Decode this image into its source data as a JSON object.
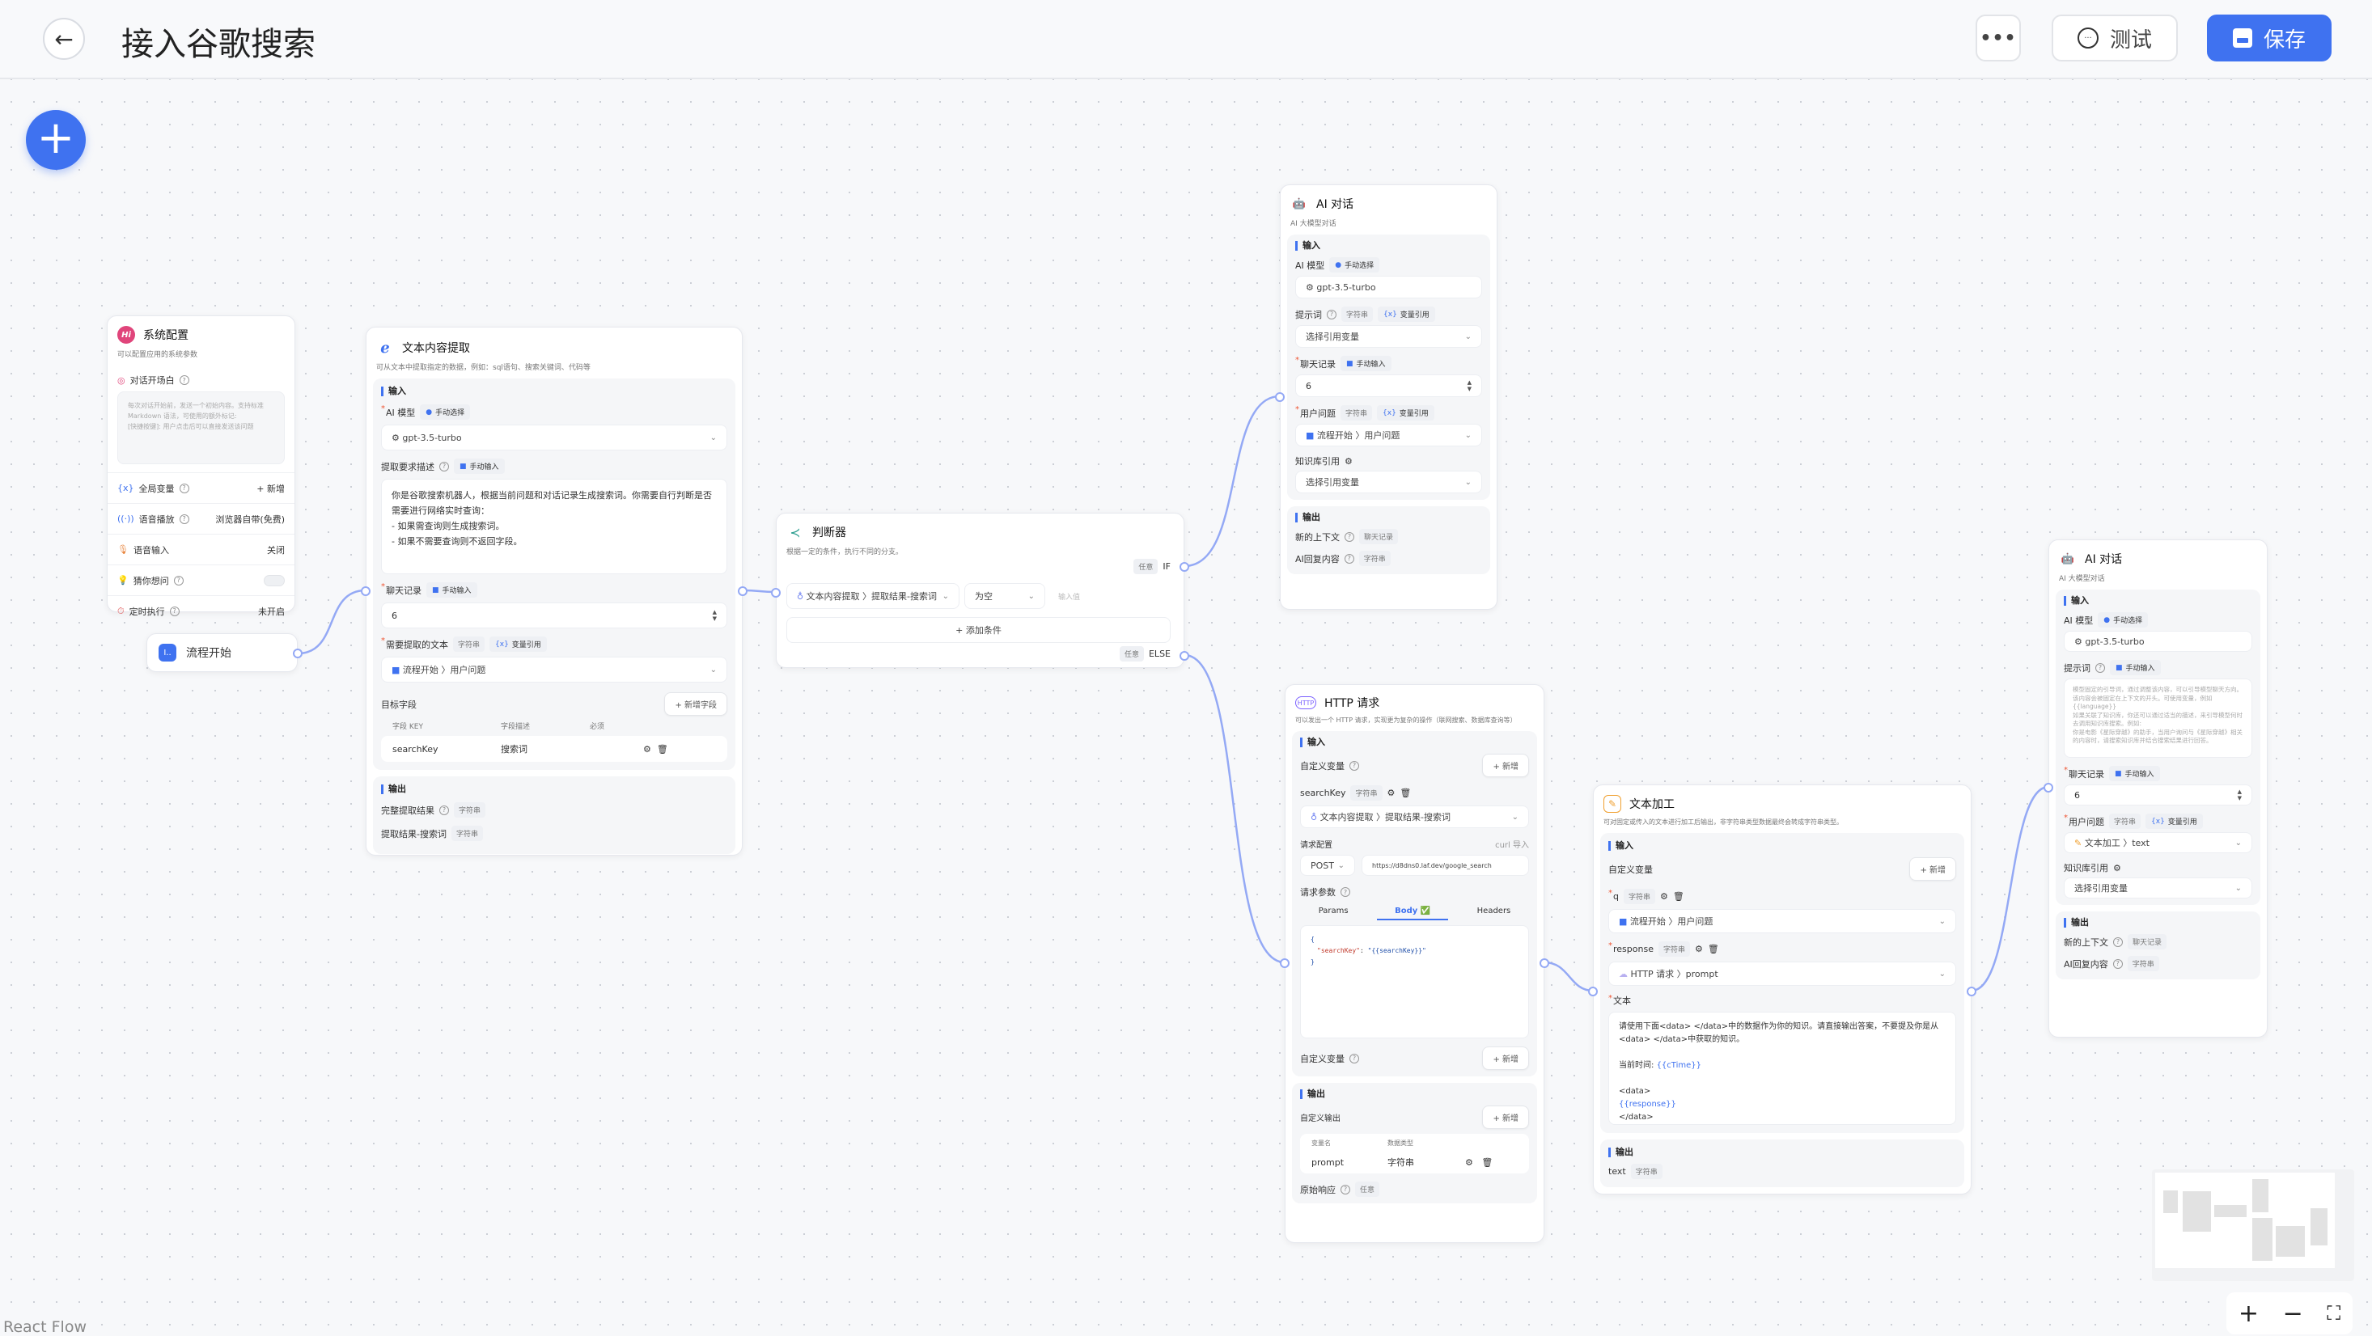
{
  "header": {
    "title": "接入谷歌搜索",
    "test_label": "测试",
    "save_label": "保存"
  },
  "colors": {
    "primary": "#3f72f0",
    "handle": "#94a9f5",
    "edge": "#94a9f5"
  },
  "common": {
    "input": "输入",
    "output": "输出",
    "manual_select": "手动选择",
    "manual_input": "手动输入",
    "var_ref": "变量引用",
    "string": "字符串",
    "any": "任意",
    "add": "+ 新增",
    "model": "gpt-3.5-turbo",
    "select_var": "选择引用变量",
    "chat_history": "聊天记录",
    "history_value": "6",
    "user_question": "用户问题",
    "kb_ref": "知识库引用",
    "new_context": "新的上下文",
    "ai_reply": "AI回复内容",
    "ai_model": "AI 模型",
    "prompt": "提示词",
    "flow_start_user_q": "流程开始 〉用户问题"
  },
  "system_config": {
    "title": "系统配置",
    "desc": "可以配置应用的系统参数",
    "avatar": "Hi",
    "welcome_label": "对话开场白",
    "welcome_placeholder": "每次对话开始前，发送一个初始内容。支持标准\nMarkdown 语法，可使用的额外标记:\n[快捷按键]: 用户点击后可以直接发送该问题",
    "rows": [
      {
        "label": "全局变量",
        "value": "+ 新增"
      },
      {
        "label": "语音播放",
        "value": "浏览器自带(免费)"
      },
      {
        "label": "语音输入",
        "value": "关闭"
      },
      {
        "label": "猜你想问",
        "value": ""
      },
      {
        "label": "定时执行",
        "value": "未开启"
      }
    ]
  },
  "flow_start": {
    "title": "流程开始"
  },
  "text_extract": {
    "title": "文本内容提取",
    "desc": "可从文本中提取指定的数据，例如：sql语句、搜索关键词、代码等",
    "desc_label": "提取要求描述",
    "desc_text": "你是谷歌搜索机器人，根据当前问题和对话记录生成搜索词。你需要自行判断是否需要进行网络实时查询：\n- 如果需查询则生成搜索词。\n- 如果不需要查询则不返回字段。",
    "text_label": "需要提取的文本",
    "target_label": "目标字段",
    "add_field": "+ 新增字段",
    "columns": [
      "字段 KEY",
      "字段描述",
      "必须"
    ],
    "fields": [
      {
        "key": "searchKey",
        "desc": "搜索词"
      }
    ],
    "outputs": [
      {
        "label": "完整提取结果",
        "type": "字符串"
      },
      {
        "label": "提取结果-搜索词",
        "type": "字符串"
      }
    ]
  },
  "condition": {
    "title": "判断器",
    "desc": "根据一定的条件，执行不同的分支。",
    "if_label": "IF",
    "else_label": "ELSE",
    "variable": "文本内容提取 〉提取结果-搜索词",
    "operator": "为空",
    "value_placeholder": "输入值",
    "add_condition": "+ 添加条件"
  },
  "ai_chat_1": {
    "title": "AI 对话",
    "desc": "AI 大模型对话"
  },
  "http": {
    "title": "HTTP 请求",
    "desc": "可以发出一个 HTTP 请求，实现更为复杂的操作（联网搜索、数据库查询等）",
    "custom_var": "自定义变量",
    "var_name": "searchKey",
    "var_source": "文本内容提取 〉提取结果-搜索词",
    "req_config": "请求配置",
    "curl_import": "curl 导入",
    "method": "POST",
    "url": "https://d8dns0.laf.dev/google_search",
    "req_params": "请求参数",
    "tabs": [
      "Params",
      "Body ✅",
      "Headers"
    ],
    "body_open": "{",
    "body_key": "\"searchKey\"",
    "body_colon": ": ",
    "body_value": "\"{{searchKey}}\"",
    "body_close": "}",
    "custom_output": "自定义输出",
    "columns": [
      "变量名",
      "数据类型"
    ],
    "outputs": [
      {
        "name": "prompt",
        "type": "字符串"
      }
    ],
    "raw_response": "原始响应"
  },
  "text_process": {
    "title": "文本加工",
    "desc": "可对固定或传入的文本进行加工后输出，非字符串类型数据最终会转成字符串类型。",
    "custom_var": "自定义变量",
    "vars": [
      {
        "name": "q",
        "source": "流程开始 〉用户问题"
      },
      {
        "name": "response",
        "source": "HTTP 请求 〉prompt"
      }
    ],
    "text_label": "文本",
    "text_line1": "请使用下面<data> </data>中的数据作为你的知识。请直接输出答案，不要提及你是从<data> </data>中获取的知识。",
    "text_time_label": "当前时间: ",
    "text_time_var": "{{cTime}}",
    "text_data_open": "<data>",
    "text_response_var": "{{response}}",
    "text_data_close": "</data>",
    "output_name": "text"
  },
  "ai_chat_2": {
    "title": "AI 对话",
    "desc": "AI 大模型对话",
    "prompt_placeholder": "模型固定的引导词，通过调整该内容，可以引导模型聊天方向。该内容会被固定在上下文的开头。可使用变量，例如 {{language}}\n如果关联了知识库，你还可以通过适当的描述，来引导模型何时去调用知识库搜索。例如:\n你是电影《星际穿越》的助手，当用户询问与《星际穿越》相关的内容时，请搜索知识库并结合搜索结果进行回答。",
    "user_q_source": "文本加工 〉text"
  },
  "footer": {
    "attribution": "React Flow"
  }
}
